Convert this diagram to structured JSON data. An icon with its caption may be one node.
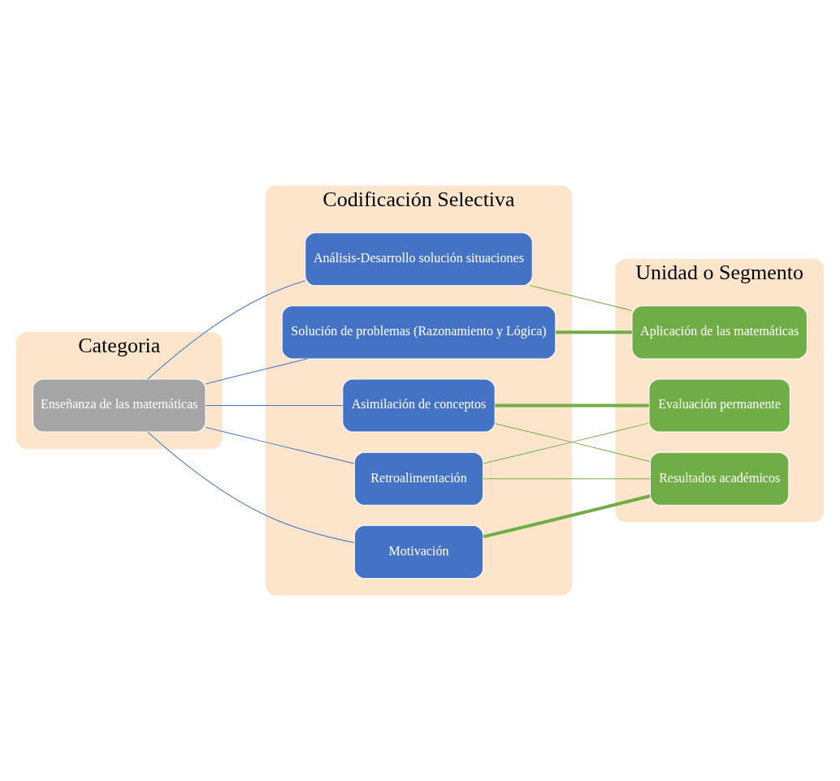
{
  "diagram": {
    "nodes": [
      {
        "text": [
          "Categoria"
        ]
      },
      {
        "text": [
          "Codificación Selectiva"
        ]
      },
      {
        "text": [
          "Unidad o Segmento"
        ]
      },
      {
        "text": [
          "Enseñanza de las matemáticas"
        ],
        "in": 0
      },
      {
        "text": [
          "Solución de problemas (Razonamiento y Lógica)"
        ],
        "in": 1
      },
      {
        "text": [
          "Asimilación de conceptos"
        ],
        "in": 1
      },
      {
        "text": [
          "Motivación"
        ],
        "in": 1
      },
      {
        "text": [
          "Retroalimentación"
        ],
        "in": 1
      },
      {
        "text": [
          "Análisis-Desarrollo solución situaciones"
        ],
        "in": 1
      },
      {
        "text": [
          "Aplicación de las matemáticas"
        ],
        "in": 2
      },
      {
        "text": [
          "Resultados académicos"
        ],
        "in": 2
      },
      {
        "text": [
          "Evaluación permanente"
        ],
        "in": 2
      }
    ],
    "edges": [
      {
        "from": 3,
        "to": 4,
        "arrow": "none",
        "color": "#4472c4"
      },
      {
        "from": 3,
        "to": 5,
        "arrow": "none",
        "color": "#4472c4"
      },
      {
        "from": 3,
        "to": 6,
        "arrow": "none",
        "color": "#4472c4"
      },
      {
        "from": 3,
        "to": 7,
        "arrow": "none",
        "color": "#4472c4"
      },
      {
        "from": 3,
        "to": 8,
        "arrow": "none",
        "color": "#4472c4"
      },
      {
        "from": 4,
        "to": 9,
        "arrow": "none",
        "style": "thick"
      },
      {
        "from": 5,
        "to": 10,
        "arrow": "none"
      },
      {
        "from": 5,
        "to": 11,
        "arrow": "none",
        "style": "thick"
      },
      {
        "from": 6,
        "to": 10,
        "arrow": "none",
        "style": "thick"
      },
      {
        "from": 7,
        "to": 10,
        "arrow": "none"
      },
      {
        "from": 7,
        "to": 11,
        "arrow": "none"
      },
      {
        "from": 8,
        "to": 9,
        "arrow": "none"
      }
    ]
  }
}
